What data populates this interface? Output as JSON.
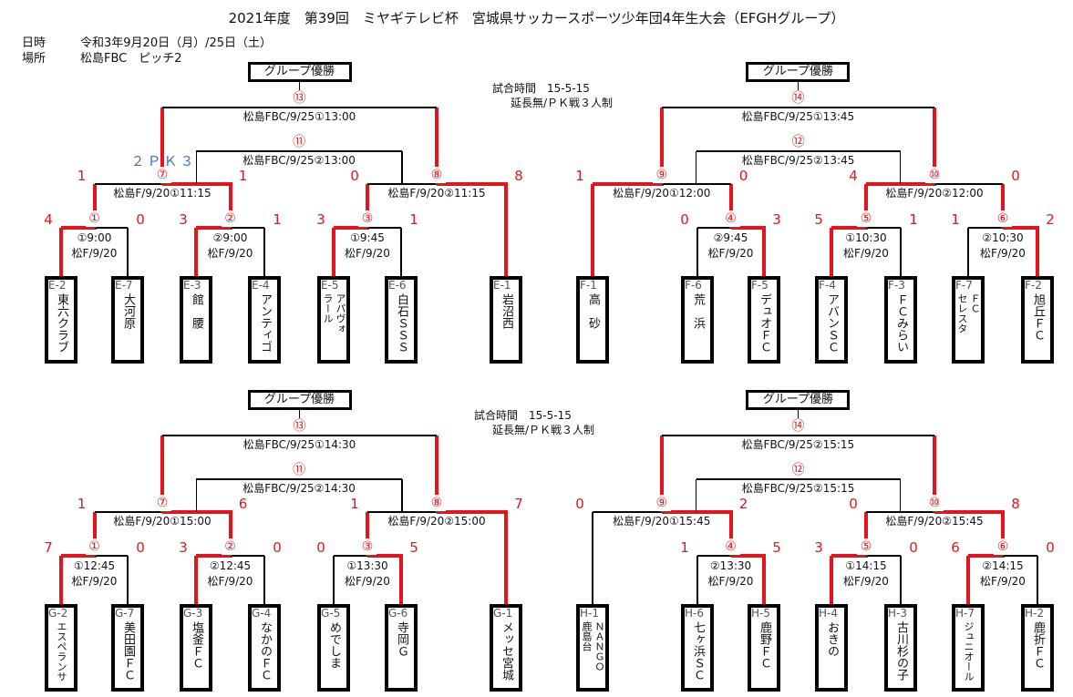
{
  "title": "2021年度　第39回　ミヤギテレビ杯　宮城県サッカースポーツ少年団4年生大会（EFGHグループ）",
  "info": {
    "date_label": "日時",
    "date_value": "令和3年9月20日（月）/25日（土）",
    "place_label": "場所",
    "place_value": "松島FBC　ピッチ2"
  },
  "rules": [
    {
      "line1": "試合時間　15-5-15",
      "line2": "延長無/ＰＫ戦３人制"
    },
    {
      "line1": "試合時間　15-5-15",
      "line2": "延長無/ＰＫ戦３人制"
    }
  ],
  "champion_label": "グループ優勝",
  "colors": {
    "win": "#e8131a",
    "pk": "#3a78c8",
    "line": "#000000"
  },
  "groups": [
    {
      "id": "E",
      "layout": "left",
      "teams": [
        {
          "code": "E-2",
          "name": "東六クラブ"
        },
        {
          "code": "E-7",
          "name": "大河原"
        },
        {
          "code": "E-3",
          "name": "館　腰"
        },
        {
          "code": "E-4",
          "name": "アンティゴ"
        },
        {
          "code": "E-5",
          "name": "アパヴォ\nラール"
        },
        {
          "code": "E-6",
          "name": "白石ＳＳＳ"
        },
        {
          "code": "E-1",
          "name": "岩沼西"
        }
      ],
      "r1": [
        {
          "no": "①",
          "time": "①9:00",
          "venue": "松F/9/20",
          "scores": [
            4,
            0
          ]
        },
        {
          "no": "②",
          "time": "②9:00",
          "venue": "松F/9/20",
          "scores": [
            3,
            1
          ]
        },
        {
          "no": "③",
          "time": "①9:45",
          "venue": "松F/9/20",
          "scores": [
            3,
            1
          ]
        }
      ],
      "sf": [
        {
          "no": "⑦",
          "date": "松島F/9/20①11:15",
          "scores": [
            1,
            1
          ],
          "pk": "２ＰＫ３",
          "pk_winner": "right"
        },
        {
          "no": "⑧",
          "date": "松島F/9/20②11:15",
          "scores": [
            0,
            8
          ]
        }
      ],
      "third": {
        "no": "⑪",
        "date": "松島FBC/9/25②13:00"
      },
      "final": {
        "no": "⑬",
        "date": "松島FBC/9/25①13:00"
      }
    },
    {
      "id": "F",
      "layout": "right",
      "teams": [
        {
          "code": "F-1",
          "name": "高　砂"
        },
        {
          "code": "F-6",
          "name": "荒　浜"
        },
        {
          "code": "F-5",
          "name": "デュオＦＣ"
        },
        {
          "code": "F-4",
          "name": "アバンＳＣ"
        },
        {
          "code": "F-3",
          "name": "ＦＣみらい"
        },
        {
          "code": "F-7",
          "name": "ＦＣ\nセレスタ"
        },
        {
          "code": "F-2",
          "name": "旭丘ＦＣ"
        }
      ],
      "r1": [
        {
          "no": "④",
          "time": "②9:45",
          "venue": "松F/9/20",
          "scores": [
            0,
            3
          ]
        },
        {
          "no": "⑤",
          "time": "①10:30",
          "venue": "松F/9/20",
          "scores": [
            5,
            1
          ]
        },
        {
          "no": "⑥",
          "time": "②10:30",
          "venue": "松F/9/20",
          "scores": [
            1,
            2
          ]
        }
      ],
      "sf": [
        {
          "no": "⑨",
          "date": "松島F/9/20①12:00",
          "scores": [
            1,
            0
          ]
        },
        {
          "no": "⑩",
          "date": "松島F/9/20②12:00",
          "scores": [
            4,
            0
          ]
        }
      ],
      "third": {
        "no": "⑫",
        "date": "松島FBC/9/25②13:45"
      },
      "final": {
        "no": "⑭",
        "date": "松島FBC/9/25①13:45"
      }
    },
    {
      "id": "G",
      "layout": "left",
      "teams": [
        {
          "code": "G-2",
          "name": "エスペランサ"
        },
        {
          "code": "G-7",
          "name": "美田園ＦＣ"
        },
        {
          "code": "G-3",
          "name": "塩釜ＦＣ"
        },
        {
          "code": "G-4",
          "name": "なかのＦＣ"
        },
        {
          "code": "G-5",
          "name": "めでしま"
        },
        {
          "code": "G-6",
          "name": "寺岡Ｇ"
        },
        {
          "code": "G-1",
          "name": "メッセ宮城"
        }
      ],
      "r1": [
        {
          "no": "①",
          "time": "①12:45",
          "venue": "松F/9/20",
          "scores": [
            7,
            0
          ]
        },
        {
          "no": "②",
          "time": "②12:45",
          "venue": "松F/9/20",
          "scores": [
            3,
            0
          ]
        },
        {
          "no": "③",
          "time": "①13:30",
          "venue": "松F/9/20",
          "scores": [
            0,
            5
          ]
        }
      ],
      "sf": [
        {
          "no": "⑦",
          "date": "松島F/9/20①15:00",
          "scores": [
            1,
            6
          ]
        },
        {
          "no": "⑧",
          "date": "松島F/9/20②15:00",
          "scores": [
            1,
            7
          ]
        }
      ],
      "third": {
        "no": "⑪",
        "date": "松島FBC/9/25②14:30"
      },
      "final": {
        "no": "⑬",
        "date": "松島FBC/9/25①14:30"
      }
    },
    {
      "id": "H",
      "layout": "right",
      "teams": [
        {
          "code": "H-1",
          "name": "ＮＡＮＧＯ\n鹿島台"
        },
        {
          "code": "H-6",
          "name": "七ヶ浜ＳＣ"
        },
        {
          "code": "H-5",
          "name": "鹿野ＦＣ"
        },
        {
          "code": "H-4",
          "name": "おきの"
        },
        {
          "code": "H-3",
          "name": "古川杉の子"
        },
        {
          "code": "H-7",
          "name": "ジュニオール"
        },
        {
          "code": "H-2",
          "name": "鹿折ＦＣ"
        }
      ],
      "r1": [
        {
          "no": "④",
          "time": "②13:30",
          "venue": "松F/9/20",
          "scores": [
            1,
            5
          ]
        },
        {
          "no": "⑤",
          "time": "①14:15",
          "venue": "松F/9/20",
          "scores": [
            3,
            0
          ]
        },
        {
          "no": "⑥",
          "time": "②14:15",
          "venue": "松F/9/20",
          "scores": [
            6,
            0
          ]
        }
      ],
      "sf": [
        {
          "no": "⑨",
          "date": "松島F/9/20①15:45",
          "scores": [
            0,
            2
          ]
        },
        {
          "no": "⑩",
          "date": "松島F/9/20②15:45",
          "scores": [
            0,
            8
          ]
        }
      ],
      "third": {
        "no": "⑫",
        "date": "松島FBC/9/25②15:15"
      },
      "final": {
        "no": "⑭",
        "date": "松島FBC/9/25②15:15"
      }
    }
  ]
}
